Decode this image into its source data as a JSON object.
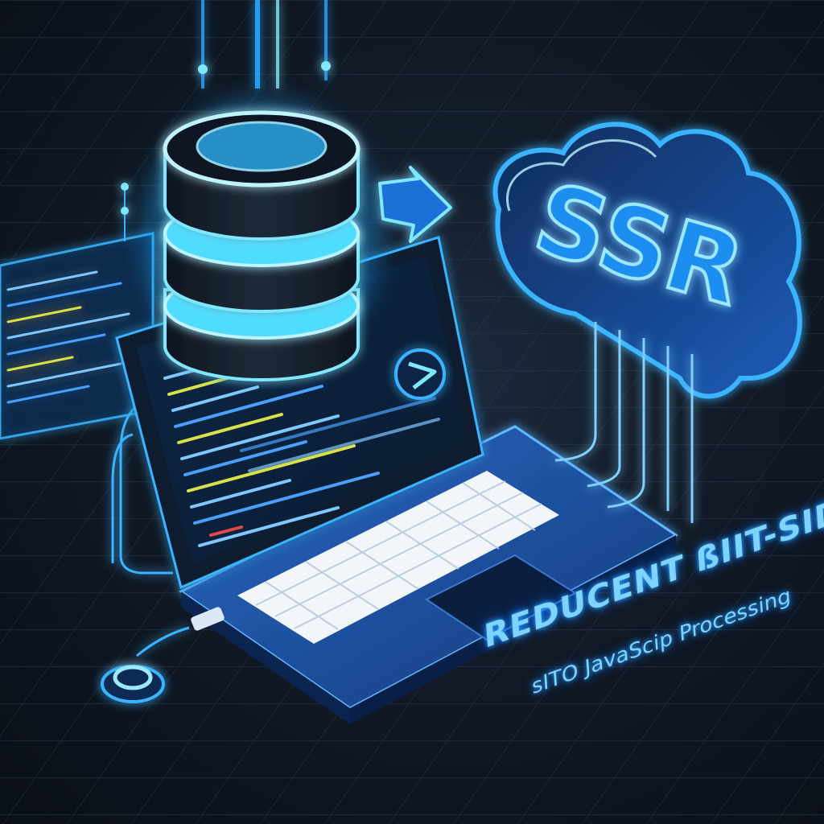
{
  "image": {
    "scene": "isometric neon illustration: database cylinder, laptop with code, cloud badge",
    "cloud_badge_text": "SSR",
    "caption_line1": "REDUCENT ßIIT-SIDE",
    "caption_line2": "ѕITO JavaScip Processing",
    "colors": {
      "background": "#111a26",
      "neon_blue": "#2aa8ff",
      "glow_cyan": "#7fe8ff",
      "laptop_body": "#1e4f9c",
      "keyboard_keys": "#f2f6fb",
      "code_yellow": "#d8e04a",
      "code_red": "#e04a4a"
    },
    "icons": [
      "database-icon",
      "arrow-icon",
      "cloud-icon",
      "laptop-icon",
      "power-node-icon"
    ]
  }
}
